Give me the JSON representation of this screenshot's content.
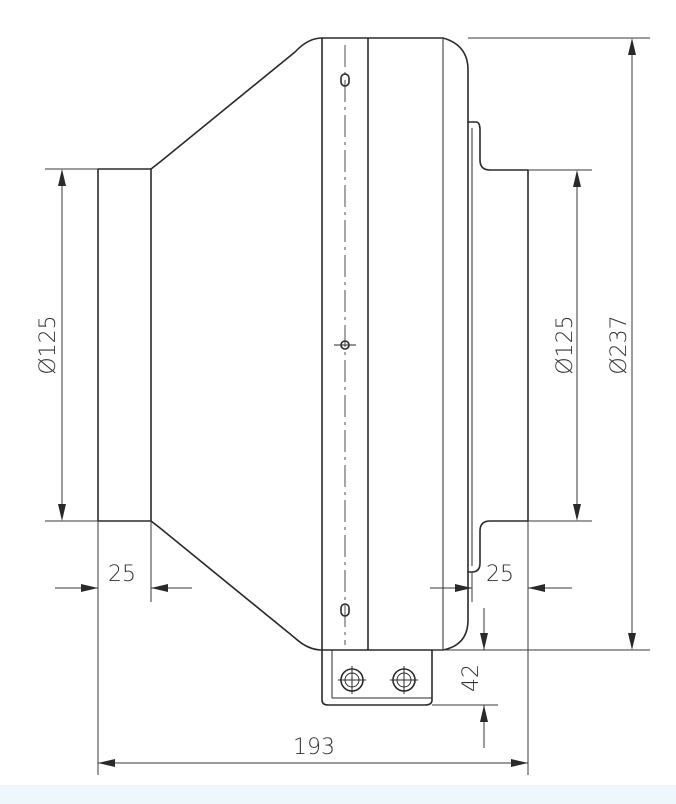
{
  "drawing": {
    "dimensions": {
      "inlet_diameter": "Ø125",
      "outlet_diameter": "Ø125",
      "housing_diameter": "Ø237",
      "inlet_spigot_length": "25",
      "outlet_spigot_length": "25",
      "bracket_height": "42",
      "overall_length": "193"
    },
    "line_color": "#2a2a2a"
  }
}
